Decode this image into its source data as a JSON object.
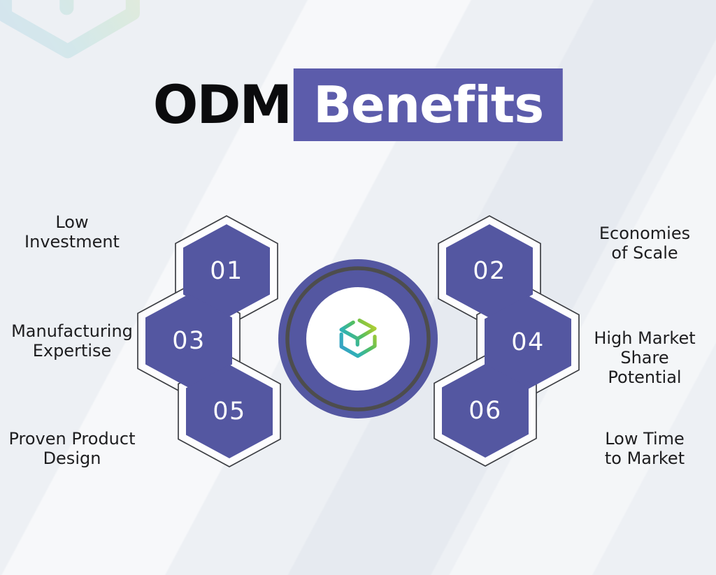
{
  "title": {
    "black_part": "ODM",
    "highlight_part": "Benefits"
  },
  "colors": {
    "background": "#edf0f4",
    "banner_purple": "#5c5cab",
    "hex_purple": "#5457a1",
    "circle_purple": "#5457a1",
    "ring_gray": "#4d4d4d",
    "outline_dark": "#3d3f44",
    "gap_white": "#fdfdfe",
    "white": "#ffffff",
    "label_text": "#1d1d1f",
    "logo_blue": "#3b96d2",
    "logo_teal": "#2fb3b2",
    "logo_green": "#53be62",
    "logo_lime": "#8dc63f",
    "logo_yellow": "#c6d62e"
  },
  "items": [
    {
      "number": "01",
      "label": "Low\nInvestment",
      "side": "left"
    },
    {
      "number": "02",
      "label": "Economies\nof Scale",
      "side": "right"
    },
    {
      "number": "03",
      "label": "Manufacturing\nExpertise",
      "side": "left"
    },
    {
      "number": "04",
      "label": "High Market\nShare\nPotential",
      "side": "right"
    },
    {
      "number": "05",
      "label": "Proven Product\nDesign",
      "side": "left"
    },
    {
      "number": "06",
      "label": "Low Time\nto Market",
      "side": "right"
    }
  ],
  "center": {
    "logo_name": "cube-logo"
  }
}
